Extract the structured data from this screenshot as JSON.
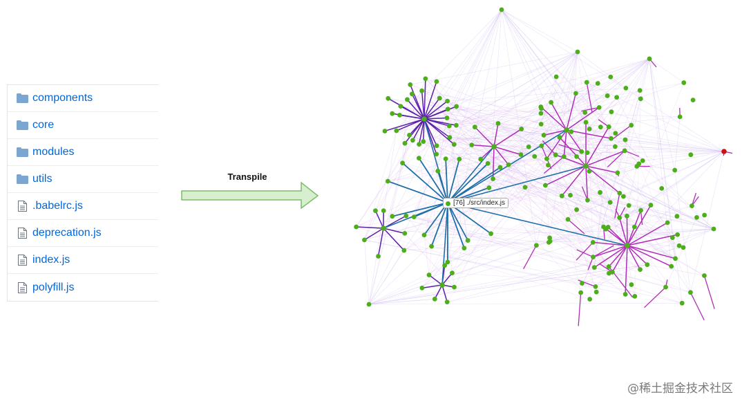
{
  "file_list": {
    "items": [
      {
        "name": "components",
        "type": "folder",
        "icon": "folder-icon"
      },
      {
        "name": "core",
        "type": "folder",
        "icon": "folder-icon"
      },
      {
        "name": "modules",
        "type": "folder",
        "icon": "folder-icon"
      },
      {
        "name": "utils",
        "type": "folder",
        "icon": "folder-icon"
      },
      {
        "name": ".babelrc.js",
        "type": "file",
        "icon": "file-icon"
      },
      {
        "name": "deprecation.js",
        "type": "file",
        "icon": "file-icon"
      },
      {
        "name": "index.js",
        "type": "file",
        "icon": "file-icon"
      },
      {
        "name": "polyfill.js",
        "type": "file",
        "icon": "file-icon"
      }
    ]
  },
  "transform": {
    "label": "Transpile",
    "arrow_fill": "#d7efcf",
    "arrow_stroke": "#7dbb6a"
  },
  "graph": {
    "highlight_label": "[76] ./src/index.js",
    "node_color": "#4caf1a",
    "root_node_color": "#cc1111",
    "edge_colors": [
      "#5b1fa8",
      "#1f6fa8",
      "#b02cb8"
    ]
  },
  "watermark": "@稀土掘金技术社区"
}
